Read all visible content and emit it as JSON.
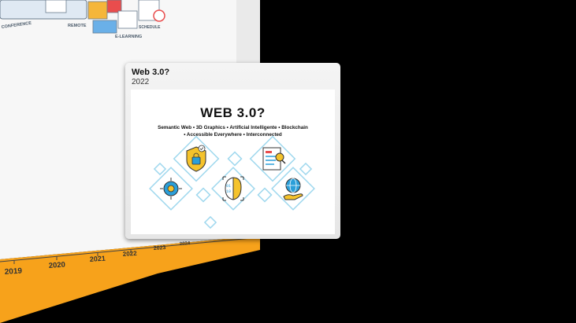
{
  "timeline": {
    "years": [
      "2019",
      "2020",
      "2021",
      "2022",
      "2023",
      "2024"
    ],
    "labels": [
      "CONFERENCE",
      "REMOTE",
      "E-LEARNING",
      "SCHEDULE"
    ]
  },
  "popup": {
    "title": "Web 3.0?",
    "year": "2022",
    "slide": {
      "heading": "WEB 3.0?",
      "subtitle_line1": "Semantic Web • 3D Graphics • Artificial Intelligente • Blockchain",
      "subtitle_line2": "• Accessible Everywhere • Interconnected"
    }
  },
  "colors": {
    "timeline_bar": "#f7a21b",
    "accent_blue": "#2b9fd9",
    "accent_yellow": "#f5c32c",
    "diamond_stroke": "#9fd8ee"
  }
}
